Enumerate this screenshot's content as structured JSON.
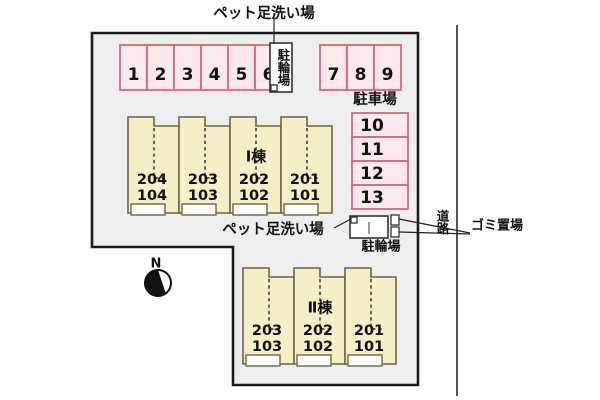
{
  "map": {
    "title": "apartment-site-plan",
    "colors": {
      "site_fill": "#eeeeee",
      "site_border": "#1a1a1a",
      "stall_fill": "#fce8ed",
      "stall_border": "#d4687d",
      "building_fill": "#f4efc6",
      "building_border": "#6b6646"
    }
  },
  "labels": {
    "pet_wash_top": "ペット足洗い場",
    "pet_wash_bottom": "ペット足洗い場",
    "bicycle_parking_top": "駐輪場",
    "bicycle_parking_bottom": "駐輪場",
    "car_parking": "駐車場",
    "garbage": "ゴミ置場",
    "road": "道路",
    "north": "N"
  },
  "parking": {
    "row_top_left": [
      "1",
      "2",
      "3",
      "4",
      "5",
      "6"
    ],
    "row_top_right": [
      "7",
      "8",
      "9"
    ],
    "column_right": [
      "10",
      "11",
      "12",
      "13"
    ]
  },
  "buildings": [
    {
      "name": "Ⅰ棟",
      "units": [
        {
          "upper": "204",
          "lower": "104"
        },
        {
          "upper": "203",
          "lower": "103"
        },
        {
          "upper": "202",
          "lower": "102"
        },
        {
          "upper": "201",
          "lower": "101"
        }
      ]
    },
    {
      "name": "Ⅱ棟",
      "units": [
        {
          "upper": "203",
          "lower": "103"
        },
        {
          "upper": "202",
          "lower": "102"
        },
        {
          "upper": "201",
          "lower": "101"
        }
      ]
    }
  ]
}
